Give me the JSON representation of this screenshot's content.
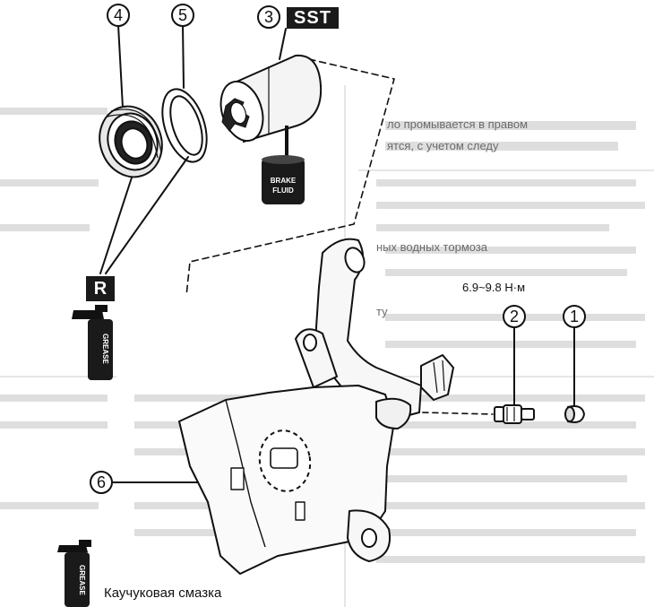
{
  "callouts": {
    "c1": "1",
    "c2": "2",
    "c3": "3",
    "c4": "4",
    "c5": "5",
    "c6": "6"
  },
  "tags": {
    "sst": "SST",
    "r": "R"
  },
  "torque_spec": "6.9~9.8 Н·м",
  "brake_fluid": {
    "line1": "BRAKE",
    "line2": "FLUID"
  },
  "grease_label": "GREASE",
  "caption": "Каучуковая смазка",
  "background_text": [
    "ло промывается в правом",
    "ятся, с учетом следу",
    "ных водных тормоза",
    "ту"
  ],
  "colors": {
    "ink": "#111111",
    "tag_fill": "#1a1a1a",
    "bg_text": "#6a6a6a"
  }
}
